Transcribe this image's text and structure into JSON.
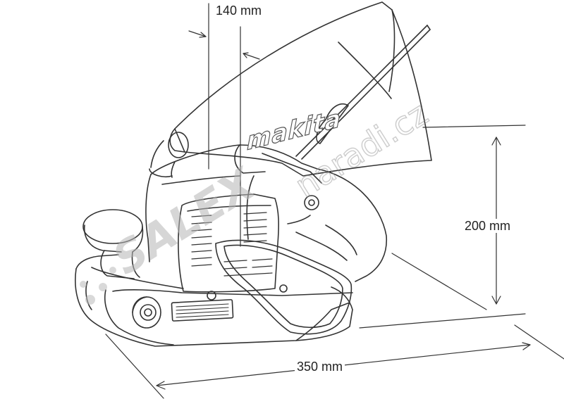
{
  "dimensions": {
    "width_label": "140 mm",
    "height_label": "200 mm",
    "length_label": "350 mm"
  },
  "brand_logo_text": "makita",
  "watermark": {
    "brand": "SALEX",
    "domain": "naradi.cz"
  },
  "colors": {
    "line": "#333333",
    "watermark": "#c8c8c8",
    "background": "#ffffff"
  }
}
